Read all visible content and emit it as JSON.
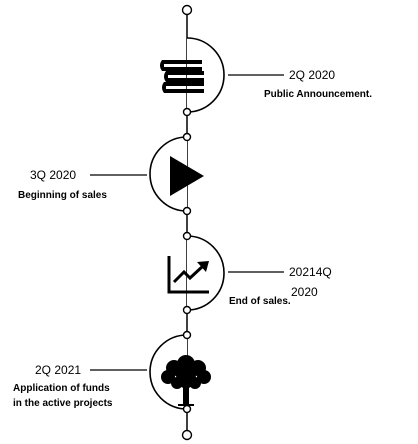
{
  "timeline": {
    "milestones": [
      {
        "icon": "books-icon",
        "date": "2Q 2020",
        "description": "Public Announcement."
      },
      {
        "icon": "play-icon",
        "date": "3Q 2020",
        "description": "Beginning of sales"
      },
      {
        "icon": "growth-chart-icon",
        "date_line1": "20214Q",
        "date_line2": "2020",
        "description": "End of sales."
      },
      {
        "icon": "tree-icon",
        "date": "2Q 2021",
        "description_line1": "Application  of funds",
        "description_line2": "in the active projects"
      }
    ]
  }
}
